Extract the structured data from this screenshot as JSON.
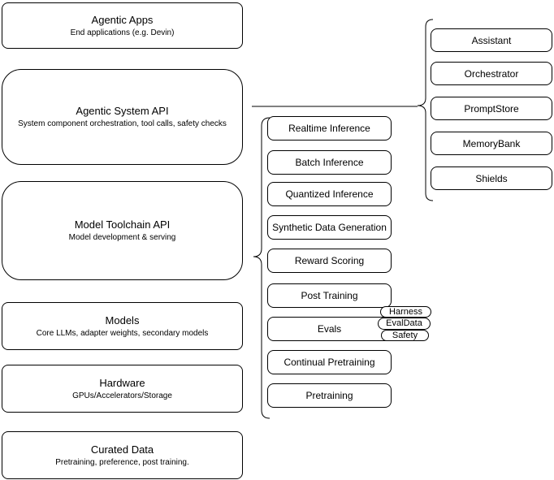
{
  "stack": [
    {
      "title": "Agentic Apps",
      "subtitle": "End applications (e.g. Devin)"
    },
    {
      "title": "Agentic System API",
      "subtitle": "System component orchestration, tool calls, safety checks"
    },
    {
      "title": "Model Toolchain API",
      "subtitle": "Model development & serving"
    },
    {
      "title": "Models",
      "subtitle": "Core LLMs, adapter weights, secondary models"
    },
    {
      "title": "Hardware",
      "subtitle": "GPUs/Accelerators/Storage"
    },
    {
      "title": "Curated Data",
      "subtitle": "Pretraining, preference, post training."
    }
  ],
  "toolchain": {
    "services": [
      "Realtime Inference",
      "Batch Inference",
      "Quantized Inference",
      "Synthetic Data Generation",
      "Reward Scoring",
      "Post Training",
      "Evals",
      "Continual Pretraining",
      "Pretraining"
    ]
  },
  "eval_tags": [
    "Harness",
    "EvalData",
    "Safety"
  ],
  "components": [
    "Assistant",
    "Orchestrator",
    "PromptStore",
    "MemoryBank",
    "Shields"
  ],
  "colors": {
    "stroke": "#000000",
    "fill": "#ffffff"
  }
}
